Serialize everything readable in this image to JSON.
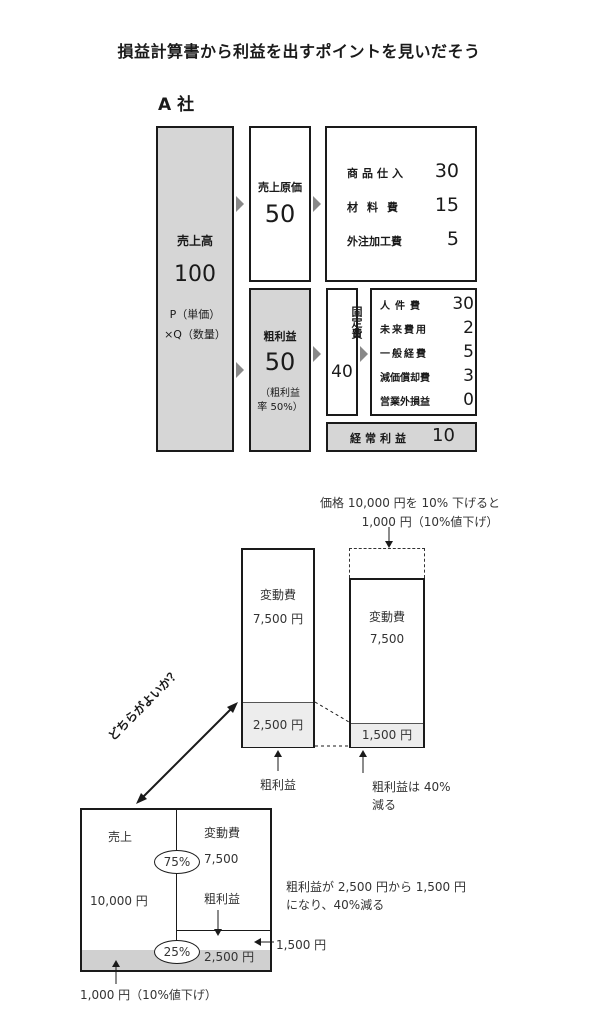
{
  "title": "損益計算書から利益を出すポイントを見いだそう",
  "company": "A 社",
  "sales": {
    "label": "売上高",
    "value": "100",
    "formula1": "P（単価）",
    "formula2": "×Q（数量）"
  },
  "cost_of_sales": {
    "label": "売上原価",
    "value": "50"
  },
  "cogs_items": [
    {
      "label": "商品仕入",
      "value": "30"
    },
    {
      "label": "材料費",
      "value": "15"
    },
    {
      "label": "外注加工費",
      "value": "5"
    }
  ],
  "gross_profit": {
    "label": "粗利益",
    "value": "50",
    "note1": "（粗利益",
    "note2": "率 50%）"
  },
  "fixed_cost": {
    "label": "固定費",
    "value": "40"
  },
  "fixed_items": [
    {
      "label": "人件費",
      "value": "30"
    },
    {
      "label": "未来費用",
      "value": "2"
    },
    {
      "label": "一般経費",
      "value": "5"
    },
    {
      "label": "減価償却費",
      "value": "3"
    },
    {
      "label": "営業外損益",
      "value": "0"
    }
  ],
  "ordinary_profit": {
    "label": "経常利益",
    "value": "10"
  },
  "price_cut_note1": "価格 10,000 円を 10% 下げると",
  "price_cut_note2": "1,000 円（10%値下げ）",
  "left_col": {
    "var_label": "変動費",
    "var_value": "7,500 円",
    "gp_value": "2,500 円",
    "caption": "粗利益"
  },
  "right_col": {
    "var_label": "変動費",
    "var_value": "7,500",
    "gp_value": "1,500 円",
    "caption1": "粗利益は 40%",
    "caption2": "減る"
  },
  "which_label": "どちらがよいか？",
  "bottom": {
    "sales_label": "売上",
    "sales_value": "10,000 円",
    "var_label": "変動費",
    "var_value": "7,500",
    "pct_var": "75%",
    "gp_label": "粗利益",
    "gp_value": "2,500 円",
    "pct_gp": "25%",
    "side_value": "1,500 円",
    "bottom_note": "1,000 円（10%値下げ）"
  },
  "result_note1": "粗利益が 2,500 円から 1,500 円",
  "result_note2": "になり、40%減る"
}
